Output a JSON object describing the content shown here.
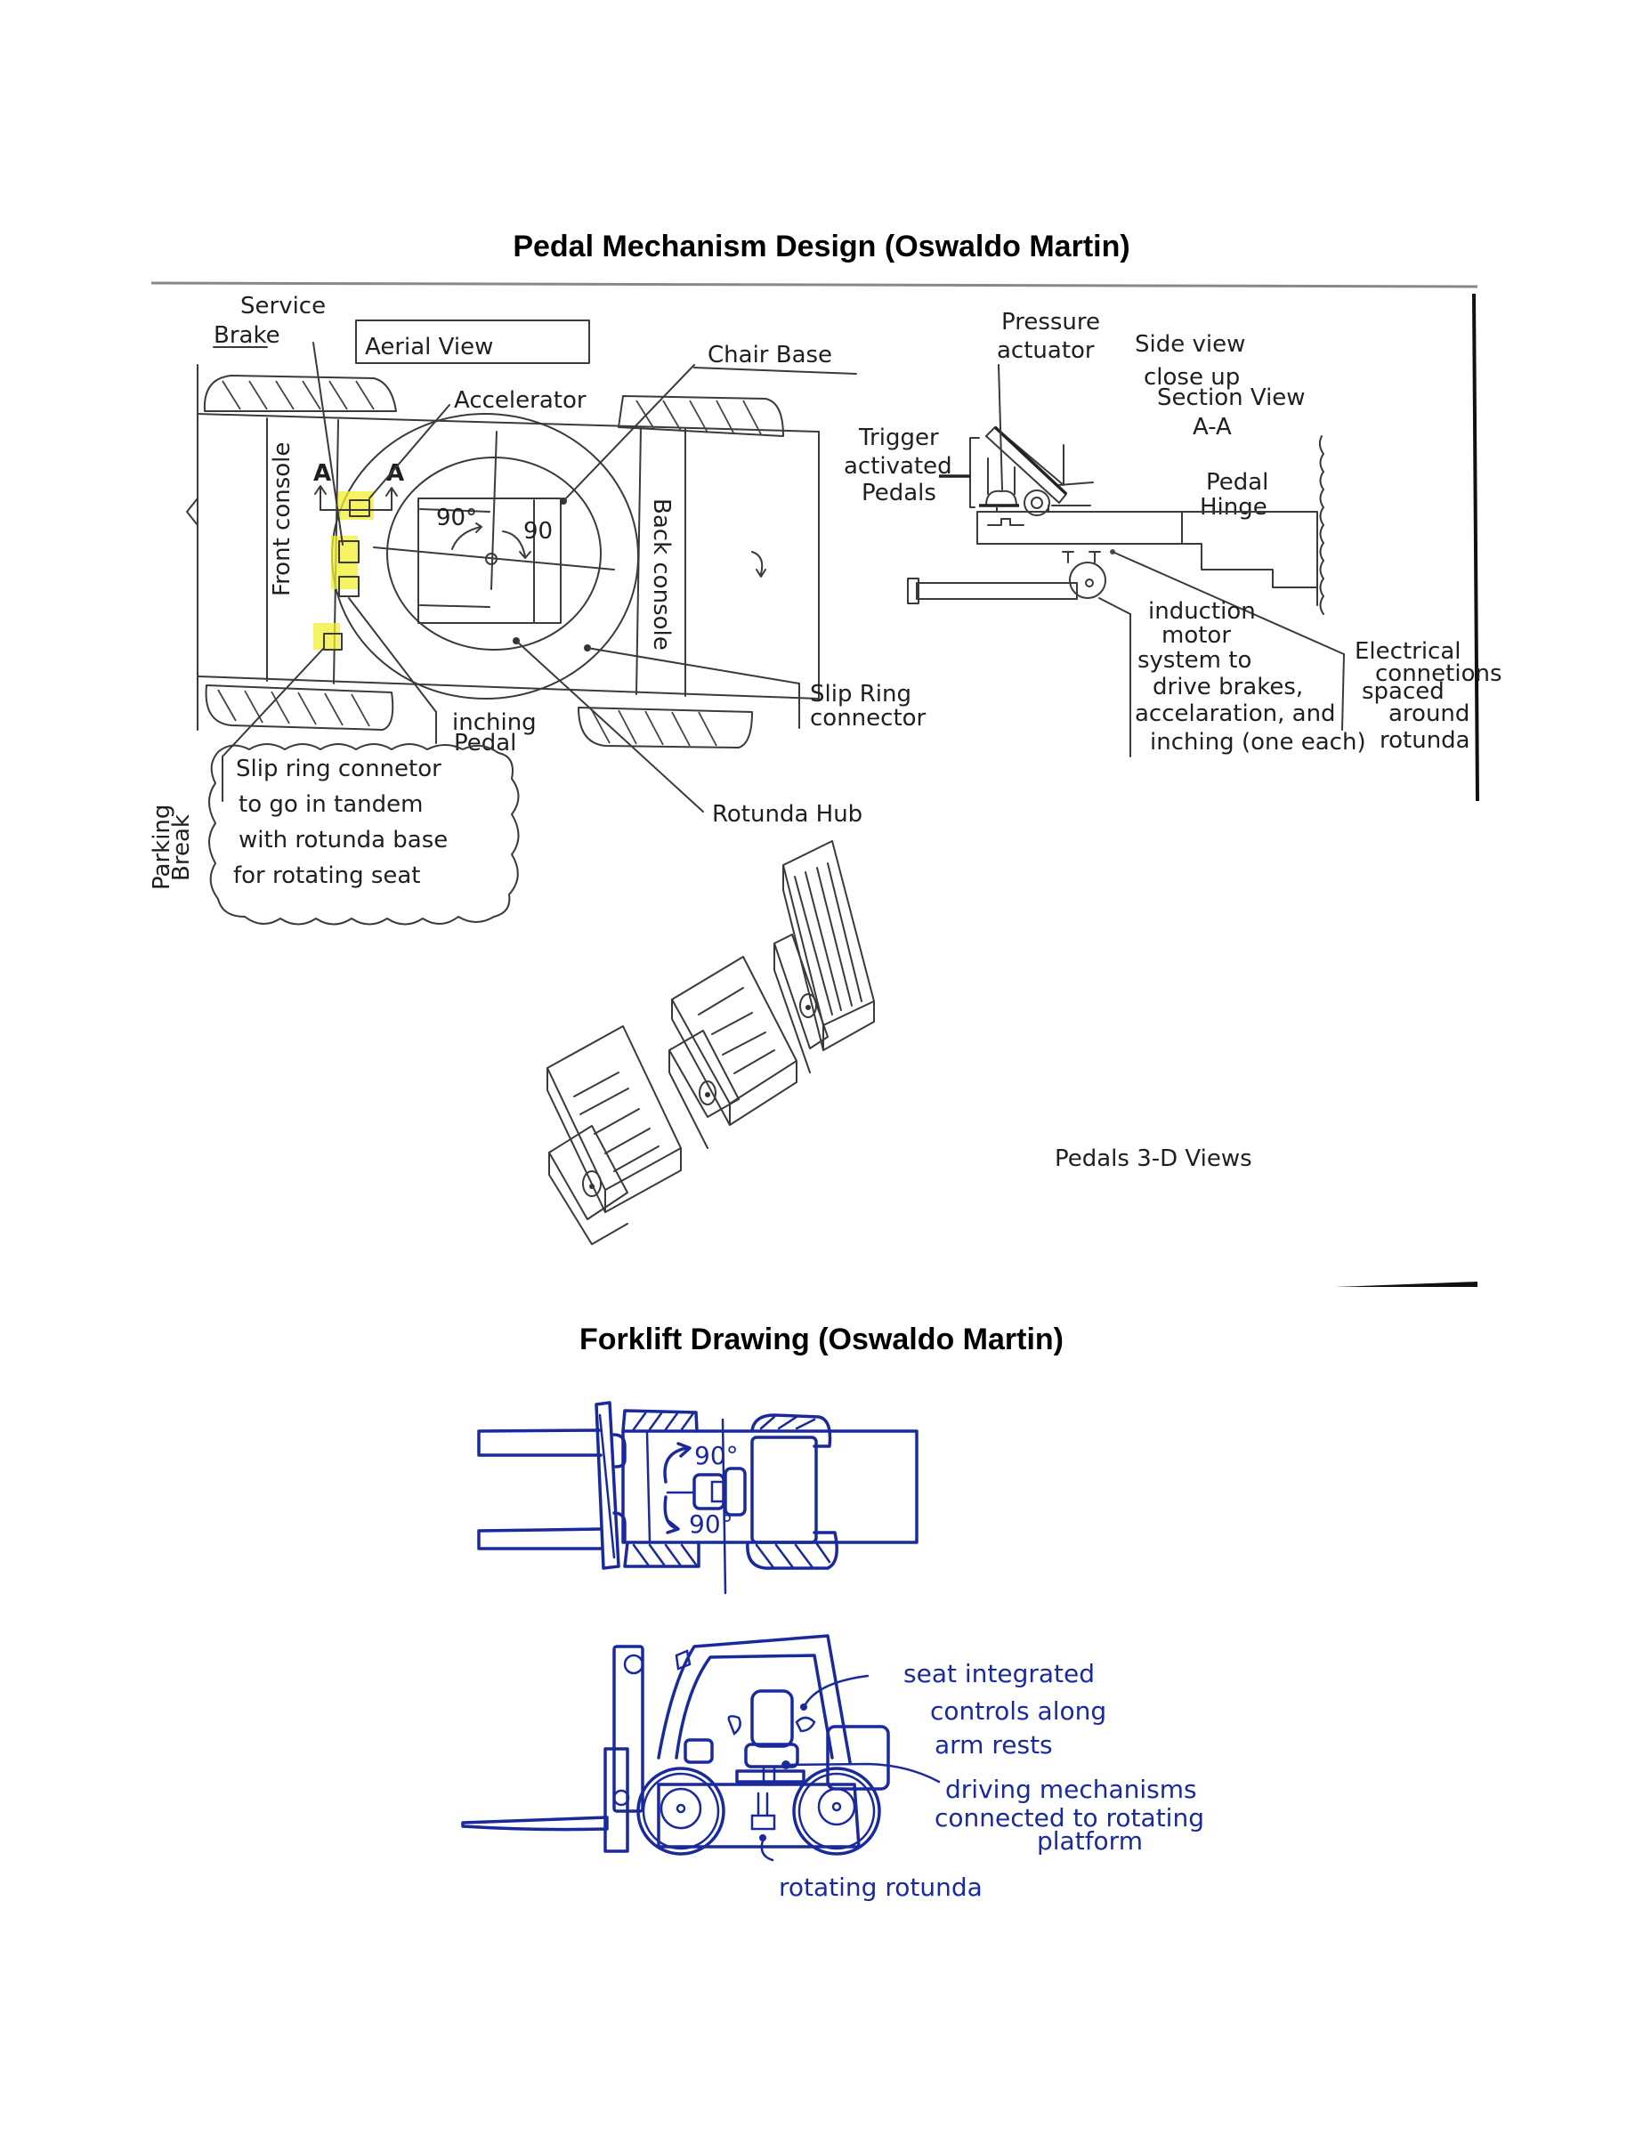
{
  "page": {
    "heading_pedal": "Pedal Mechanism Design (Oswaldo Martin)",
    "heading_forklift": "Forklift Drawing (Oswaldo Martin)"
  },
  "aerial_view": {
    "title": "Aerial View",
    "labels": {
      "service_brake_line1": "Service",
      "service_brake_line2": "Brake",
      "accelerator": "Accelerator",
      "chair_base": "Chair Base",
      "front_console": "Front console",
      "back_console": "Back console",
      "section_a_left": "A",
      "section_a_right": "A",
      "angle_left": "90°",
      "angle_right": "90",
      "inching_pedal_line1": "inching",
      "inching_pedal_line2": "Pedal",
      "slip_ring_line1": "Slip Ring",
      "slip_ring_line2": "connector",
      "rotunda_hub": "Rotunda Hub",
      "parking_brake_line1": "Parking",
      "parking_brake_line2": "Break"
    },
    "note_cloud": [
      "Slip ring connetor",
      "to go in tandem",
      "with rotunda base",
      "for rotating seat"
    ],
    "highlight_color": "#f2ef30"
  },
  "side_view": {
    "title_line1": "Side view",
    "title_line2": "close up",
    "title_line3": "Section View",
    "title_line4": "A-A",
    "labels": {
      "pressure_line1": "Pressure",
      "pressure_line2": "actuator",
      "trigger_line1": "Trigger",
      "trigger_line2": "activated",
      "trigger_line3": "Pedals",
      "pedal": "Pedal",
      "hinge": "Hinge"
    },
    "induction_note": [
      "induction",
      "motor",
      "system to",
      "drive brakes,",
      "accelaration, and",
      "inching (one each)"
    ],
    "electrical_note": [
      "Electrical",
      "connetions",
      "spaced",
      "around",
      "rotunda"
    ]
  },
  "pedals_3d": {
    "caption": "Pedals 3-D Views"
  },
  "forklift": {
    "top_view": {
      "angle_top": "90°",
      "angle_bottom": "90°"
    },
    "side_view_notes": {
      "seat_controls": [
        "seat integrated",
        "controls along",
        "arm rests"
      ],
      "driving_mechanisms": [
        "driving mechanisms",
        "connected to rotating",
        "platform"
      ],
      "rotating_rotunda": "rotating rotunda"
    },
    "ink_color": "#1a2a9c"
  }
}
